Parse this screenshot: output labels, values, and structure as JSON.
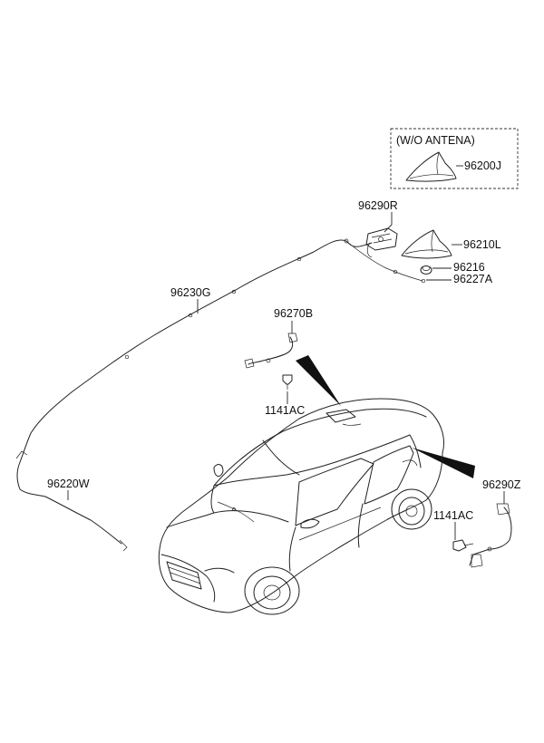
{
  "inset": {
    "title": "(W/O ANTENA)"
  },
  "labels": {
    "p96200J": "96200J",
    "p96290R": "96290R",
    "p96210L": "96210L",
    "p96216": "96216",
    "p96227A": "96227A",
    "p96230G": "96230G",
    "p96270B": "96270B",
    "p1141AC_a": "1141AC",
    "p96220W": "96220W",
    "p96290Z": "96290Z",
    "p1141AC_b": "1141AC"
  }
}
